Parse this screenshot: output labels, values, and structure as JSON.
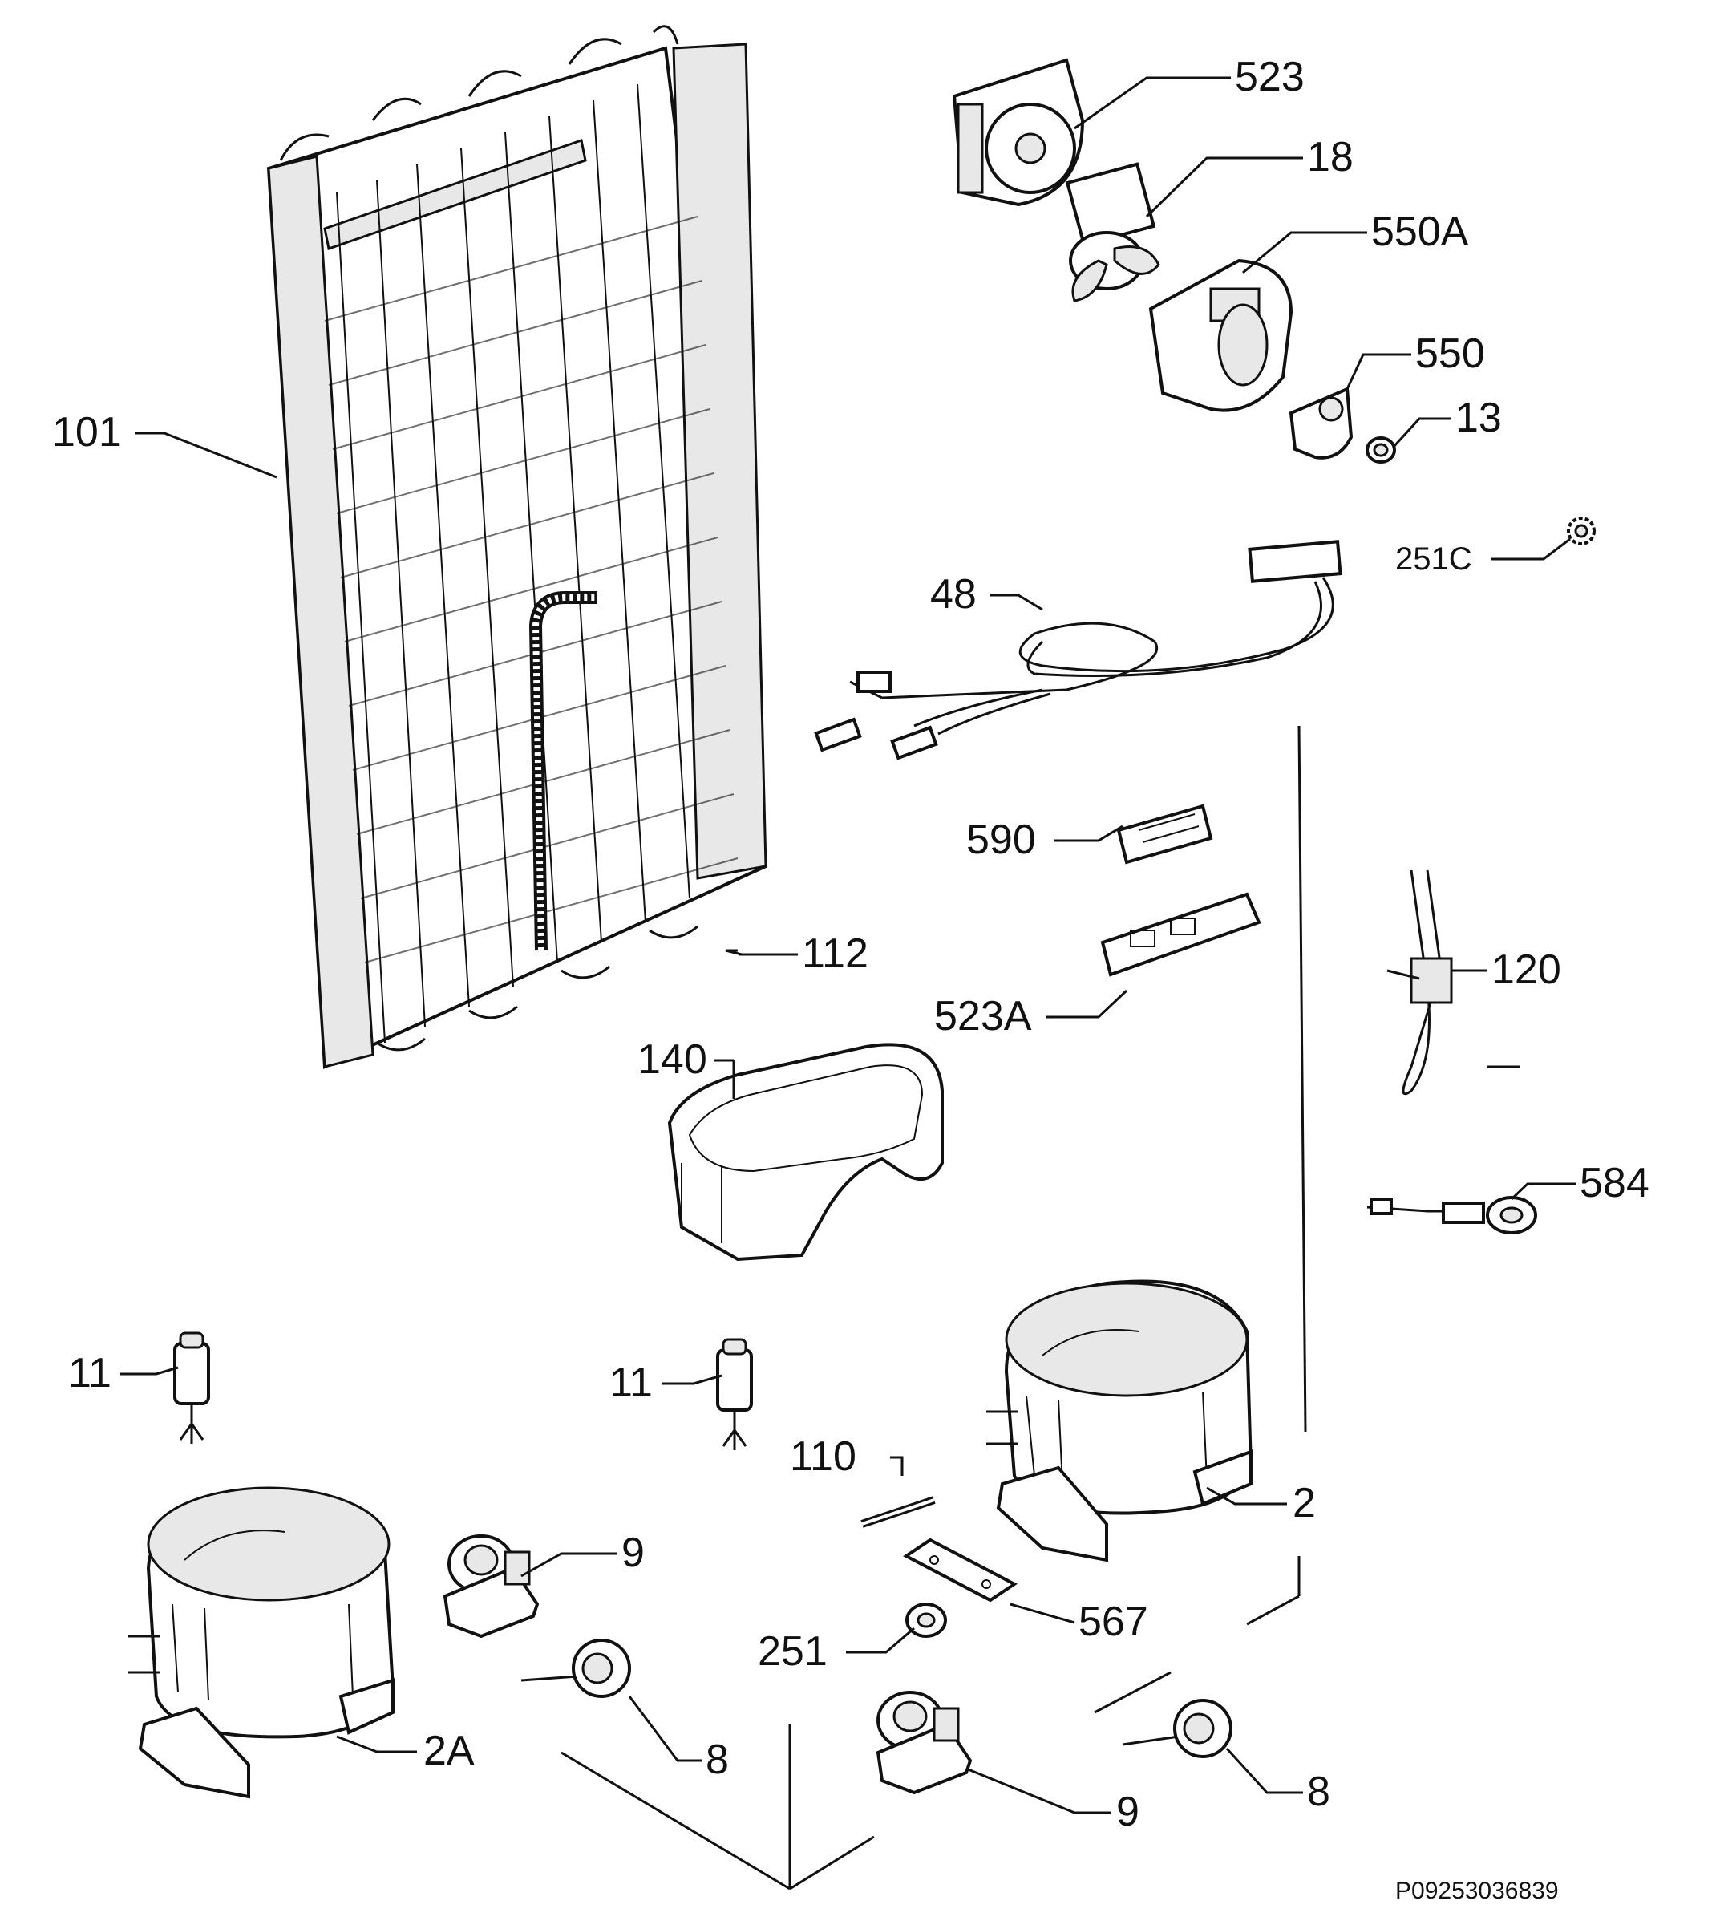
{
  "diagram": {
    "labels": {
      "p523": "523",
      "p18": "18",
      "p550A": "550A",
      "p550": "550",
      "p13": "13",
      "p251C": "251C",
      "p101": "101",
      "p48": "48",
      "p590": "590",
      "p112": "112",
      "p523A": "523A",
      "p120": "120",
      "p140": "140",
      "p584": "584",
      "p11a": "11",
      "p11b": "11",
      "p110": "110",
      "p2": "2",
      "p9a": "9",
      "p567": "567",
      "p251": "251",
      "p2A": "2A",
      "p8a": "8",
      "p8b": "8",
      "p9b": "9"
    },
    "reference_code": "P09253036839"
  }
}
